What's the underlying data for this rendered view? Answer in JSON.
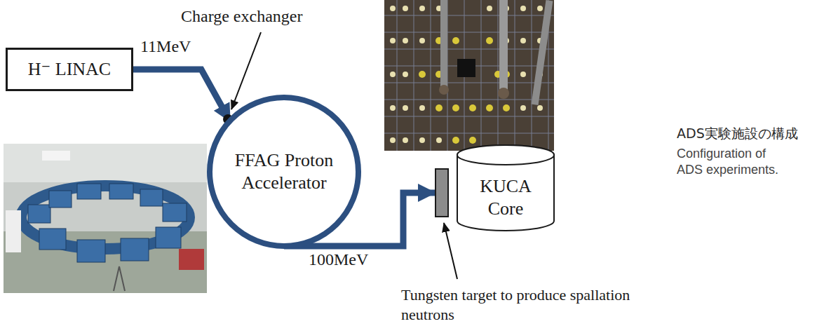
{
  "diagram": {
    "nodes": [
      {
        "text": [
          "H⁻ LINAC"
        ]
      },
      {
        "text": [
          "FFAG Proton Accelerator"
        ]
      },
      {
        "text": [
          "KUCA Core"
        ]
      },
      {
        "text": [
          "Tungsten target to produce spallation neutrons"
        ]
      }
    ],
    "edges": [
      {
        "from": 0,
        "to": 1,
        "label": "11MeV",
        "arrow": "to"
      },
      {
        "from": 1,
        "to": 3,
        "label": "100MeV",
        "arrow": "to"
      }
    ],
    "labels": [
      "Charge exchanger",
      "ADS実験施設の構成",
      "Configuration of ADS experiments."
    ]
  }
}
